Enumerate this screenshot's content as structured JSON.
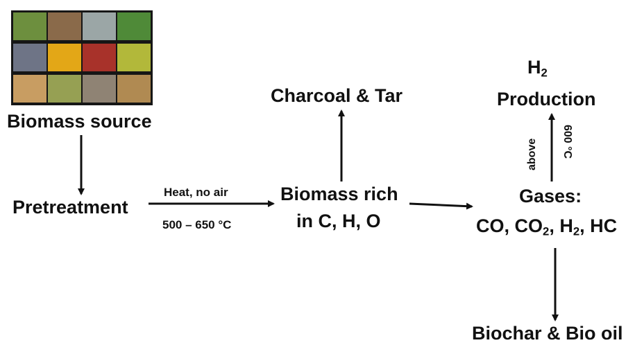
{
  "source": {
    "label": "Biomass source",
    "tile_colors": [
      "#6d8f3e",
      "#8a6a4a",
      "#9ba6a6",
      "#4f8a38",
      "#6e7486",
      "#e3a717",
      "#a8322a",
      "#b2b83a",
      "#c89d62",
      "#96a053",
      "#8f8374",
      "#b08a52"
    ]
  },
  "nodes": {
    "pretreatment": "Pretreatment",
    "biomass_rich_line1": "Biomass rich",
    "biomass_rich_line2": "in C, H, O",
    "charcoal_tar": "Charcoal & Tar",
    "gases_title": "Gases:",
    "gases_co": "CO, CO",
    "gases_co2_sub": "2",
    "gases_h2": ", H",
    "gases_h2_sub": "2",
    "gases_hc": ", HC",
    "h2_symbol": "H",
    "h2_sub": "2",
    "h2_production": "Production",
    "biochar": "Biochar & Bio oil"
  },
  "conditions": {
    "heat": "Heat, no air",
    "temperature": "500 – 650 °C",
    "above": "above",
    "threshold": "600 °C"
  },
  "colors": {
    "text": "#111111",
    "arrow": "#111111"
  }
}
